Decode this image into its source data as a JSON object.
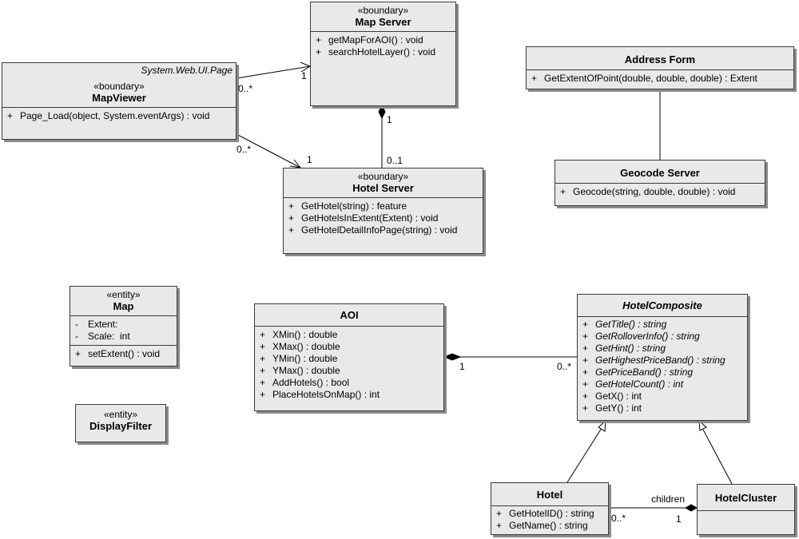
{
  "classes": {
    "map_server": {
      "stereotype": "«boundary»",
      "name": "Map Server",
      "ops": [
        {
          "vis": "+",
          "text": "getMapForAOI() : void"
        },
        {
          "vis": "+",
          "text": "searchHotelLayer() : void"
        }
      ]
    },
    "map_viewer": {
      "package": "System.Web.UI.Page",
      "stereotype": "«boundary»",
      "name": "MapViewer",
      "ops": [
        {
          "vis": "+",
          "text": "Page_Load(object, System.eventArgs) : void"
        }
      ]
    },
    "hotel_server": {
      "stereotype": "«boundary»",
      "name": "Hotel Server",
      "ops": [
        {
          "vis": "+",
          "text": "GetHotel(string) : feature"
        },
        {
          "vis": "+",
          "text": "GetHotelsInExtent(Extent) : void"
        },
        {
          "vis": "+",
          "text": "GetHotelDetailInfoPage(string) : void"
        }
      ]
    },
    "address_form": {
      "name": "Address Form",
      "ops": [
        {
          "vis": "+",
          "text": "GetExtentOfPoint(double, double, double) : Extent"
        }
      ]
    },
    "geocode_server": {
      "name": "Geocode Server",
      "ops": [
        {
          "vis": "+",
          "text": "Geocode(string, double, double) : void"
        }
      ]
    },
    "map_entity": {
      "stereotype": "«entity»",
      "name": "Map",
      "attrs": [
        {
          "vis": "-",
          "text": "Extent:"
        },
        {
          "vis": "-",
          "text": "Scale:  int"
        }
      ],
      "ops": [
        {
          "vis": "+",
          "text": "setExtent() : void"
        }
      ]
    },
    "display_filter": {
      "stereotype": "«entity»",
      "name": "DisplayFilter"
    },
    "aoi": {
      "name": "AOI",
      "ops": [
        {
          "vis": "+",
          "text": "XMin() : double"
        },
        {
          "vis": "+",
          "text": "XMax() : double"
        },
        {
          "vis": "+",
          "text": "YMin() : double"
        },
        {
          "vis": "+",
          "text": "YMax() : double"
        },
        {
          "vis": "+",
          "text": "AddHotels() : bool"
        },
        {
          "vis": "+",
          "text": "PlaceHotelsOnMap() : int"
        }
      ]
    },
    "hotel_composite": {
      "name": "HotelComposite",
      "ops": [
        {
          "vis": "+",
          "text": "GetTitle() : string"
        },
        {
          "vis": "+",
          "text": "GetRolloverInfo() : string"
        },
        {
          "vis": "+",
          "text": "GetHint() : string"
        },
        {
          "vis": "+",
          "text": "GetHighestPriceBand() : string"
        },
        {
          "vis": "+",
          "text": "GetPriceBand() : string"
        },
        {
          "vis": "+",
          "text": "GetHotelCount() : int"
        },
        {
          "vis": "+",
          "text": "GetX() : int"
        },
        {
          "vis": "+",
          "text": "GetY() : int"
        }
      ]
    },
    "hotel": {
      "name": "Hotel",
      "ops": [
        {
          "vis": "+",
          "text": "GetHotelID() : string"
        },
        {
          "vis": "+",
          "text": "GetName() : string"
        }
      ]
    },
    "hotel_cluster": {
      "name": "HotelCluster"
    }
  },
  "labels": {
    "mv_ms_src": "0..*",
    "mv_ms_dst": "1",
    "mv_hs_src": "0..*",
    "mv_hs_dst": "1",
    "ms_hs_top": "1",
    "ms_hs_bottom": "0..1",
    "aoi_side": "1",
    "composite_side": "0..*",
    "children": "children",
    "hotel_side": "0..*",
    "cluster_side": "1"
  }
}
